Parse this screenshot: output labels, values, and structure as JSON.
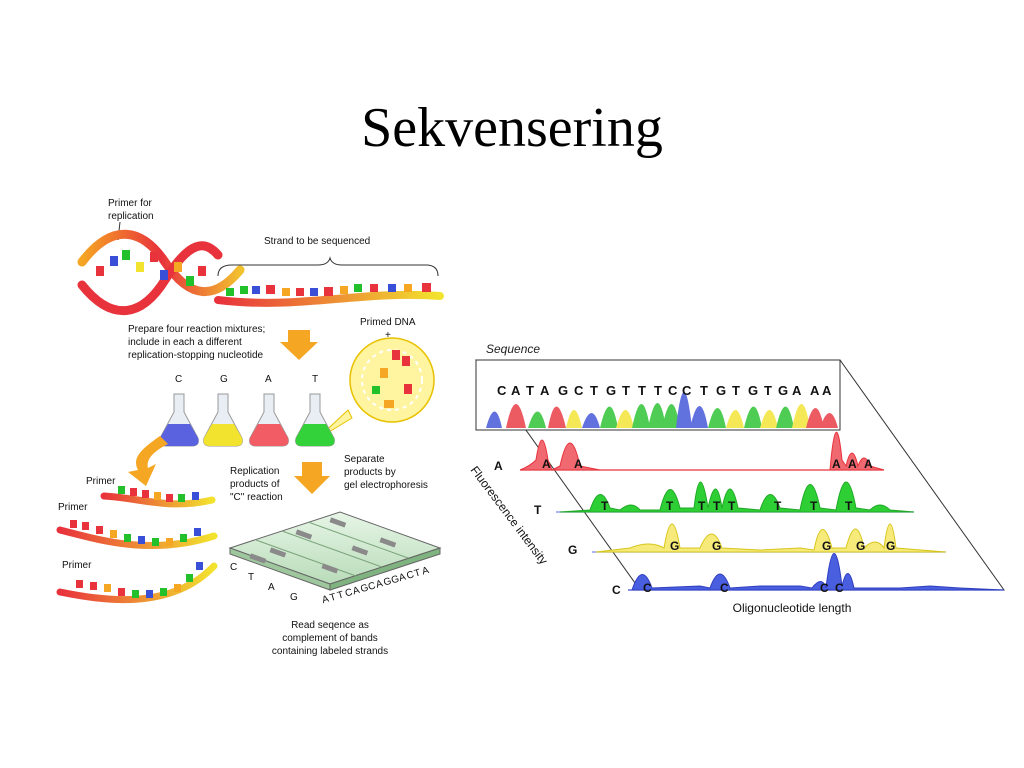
{
  "title": "Sekvensering",
  "left_diagram": {
    "primer_for_replication": [
      "Primer for",
      "replication"
    ],
    "strand_label": "Strand to be sequenced",
    "prepare_text": [
      "Prepare four reaction mixtures;",
      "include in each a different",
      "replication-stopping nucleotide"
    ],
    "primed_dna": "Primed DNA",
    "plus": "+",
    "flask_labels": [
      "C",
      "G",
      "A",
      "T"
    ],
    "primer_label": "Primer",
    "replication_text": [
      "Replication",
      "products of",
      "\"C\" reaction"
    ],
    "separate_text": [
      "Separate",
      "products by",
      "gel electrophoresis"
    ],
    "gel_read_letters": [
      "A",
      "T",
      "T",
      "C",
      "A",
      "G",
      "C",
      "A",
      "G",
      "G",
      "A",
      "C",
      "T",
      "A"
    ],
    "gel_lane_letters": [
      "C",
      "T",
      "A",
      "G"
    ],
    "read_text": [
      "Read seqence as",
      "complement of bands",
      "containing labeled strands"
    ],
    "colors": {
      "A": "#e8323c",
      "T": "#22c02a",
      "G": "#f2e32e",
      "C": "#3a4fd8",
      "orange": "#f5a623"
    }
  },
  "right_diagram": {
    "sequence_label": "Sequence",
    "sequence_bases": [
      "C",
      "A",
      "T",
      "A",
      "G",
      "C",
      "T",
      "G",
      "T",
      "T",
      "T",
      "C",
      "C",
      "T",
      "G",
      "T",
      "G",
      "T",
      "G",
      "A",
      "A",
      "A"
    ],
    "lane_labels": [
      "A",
      "T",
      "G",
      "C"
    ],
    "y_axis_label": "Fluorescence intensity",
    "x_axis_label": "Oligonucleotide length",
    "lane_A_peaks": [
      "A",
      "A",
      "A",
      "A",
      "A"
    ],
    "lane_T_peaks": [
      "T",
      "T",
      "T",
      "T",
      "T",
      "T",
      "T",
      "T"
    ],
    "lane_G_peaks": [
      "G",
      "G",
      "G",
      "G",
      "G"
    ],
    "lane_C_peaks": [
      "C",
      "C",
      "C",
      "C"
    ]
  }
}
